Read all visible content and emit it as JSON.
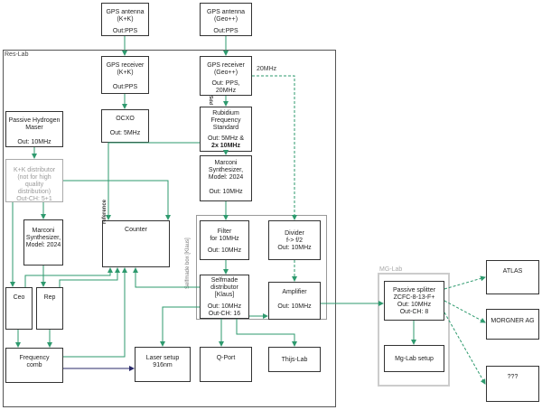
{
  "regions": {
    "res_lab": "Res-Lab",
    "selfmade_box": "Selfmade box [Klaus]",
    "mg_lab": "MG-Lab"
  },
  "boxes": {
    "gps_kk": [
      "GPS antenna",
      "(K+K)",
      "",
      "Out:PPS"
    ],
    "gps_geo": [
      "GPS antenna",
      "(Geo++)",
      "",
      "Out:PPS"
    ],
    "rx_kk": [
      "GPS receiver",
      "(K+K)",
      "",
      "Out:PPS"
    ],
    "rx_geo": [
      "GPS receiver",
      "(Geo++)",
      "",
      "Out: PPS,",
      "20MHz"
    ],
    "ocxo": [
      "OCXO",
      "",
      "Out: 5MHz"
    ],
    "rubidium": [
      "Rubidium",
      "Frequency",
      "Standard",
      "",
      "Out: 5MHz &",
      "2x 10MHz"
    ],
    "maser": [
      "Passive Hydrogen",
      "Maser",
      "",
      "Out: 10MHz"
    ],
    "kk_dist": [
      "K+K distributor",
      "(not for high",
      "quality",
      "distribution)",
      "Out-CH: 5+1"
    ],
    "synth_top": [
      "Marconi",
      "Synthesizer,",
      "Model: 2024",
      "",
      "Out: 10MHz"
    ],
    "synth_left": [
      "Marconi",
      "Synthesizer,",
      "Model: 2024"
    ],
    "counter": [
      "Counter"
    ],
    "filter": [
      "Filter",
      "for 10MHz",
      "",
      "Out: 10MHz"
    ],
    "divider": [
      "Divider",
      "f-> f/2",
      "Out: 10MHz"
    ],
    "selfmade_dist": [
      "Selfmade",
      "distributor",
      "[Klaus]",
      "",
      "Out: 10MHz",
      "Out-CH: 16"
    ],
    "amplifier": [
      "Amplifier",
      "",
      "Out: 10MHz"
    ],
    "ceo": [
      "Ceo"
    ],
    "rep": [
      "Rep"
    ],
    "freq_comb": [
      "Frequency",
      "comb"
    ],
    "laser": [
      "Laser setup",
      "916nm"
    ],
    "qport": [
      "Q-Port"
    ],
    "thijs": [
      "Thijs-Lab"
    ],
    "splitter": [
      "Passive splitter",
      "ZCFC-8-13-F+",
      "Out: 10MHz",
      "Out-CH: 8"
    ],
    "mglab_setup": [
      "Mg-Lab setup"
    ],
    "atlas": [
      "ATLAS"
    ],
    "morgner": [
      "MORGNER AG"
    ],
    "unknown": [
      "???"
    ]
  },
  "edge_labels": {
    "mhz20": "20MHz",
    "reference": "reference",
    "pps": "PPS"
  },
  "colors": {
    "green": "#2e9a6e",
    "navy": "#2a2a6a",
    "grey": "#9a9a9a",
    "border": "#333333"
  }
}
